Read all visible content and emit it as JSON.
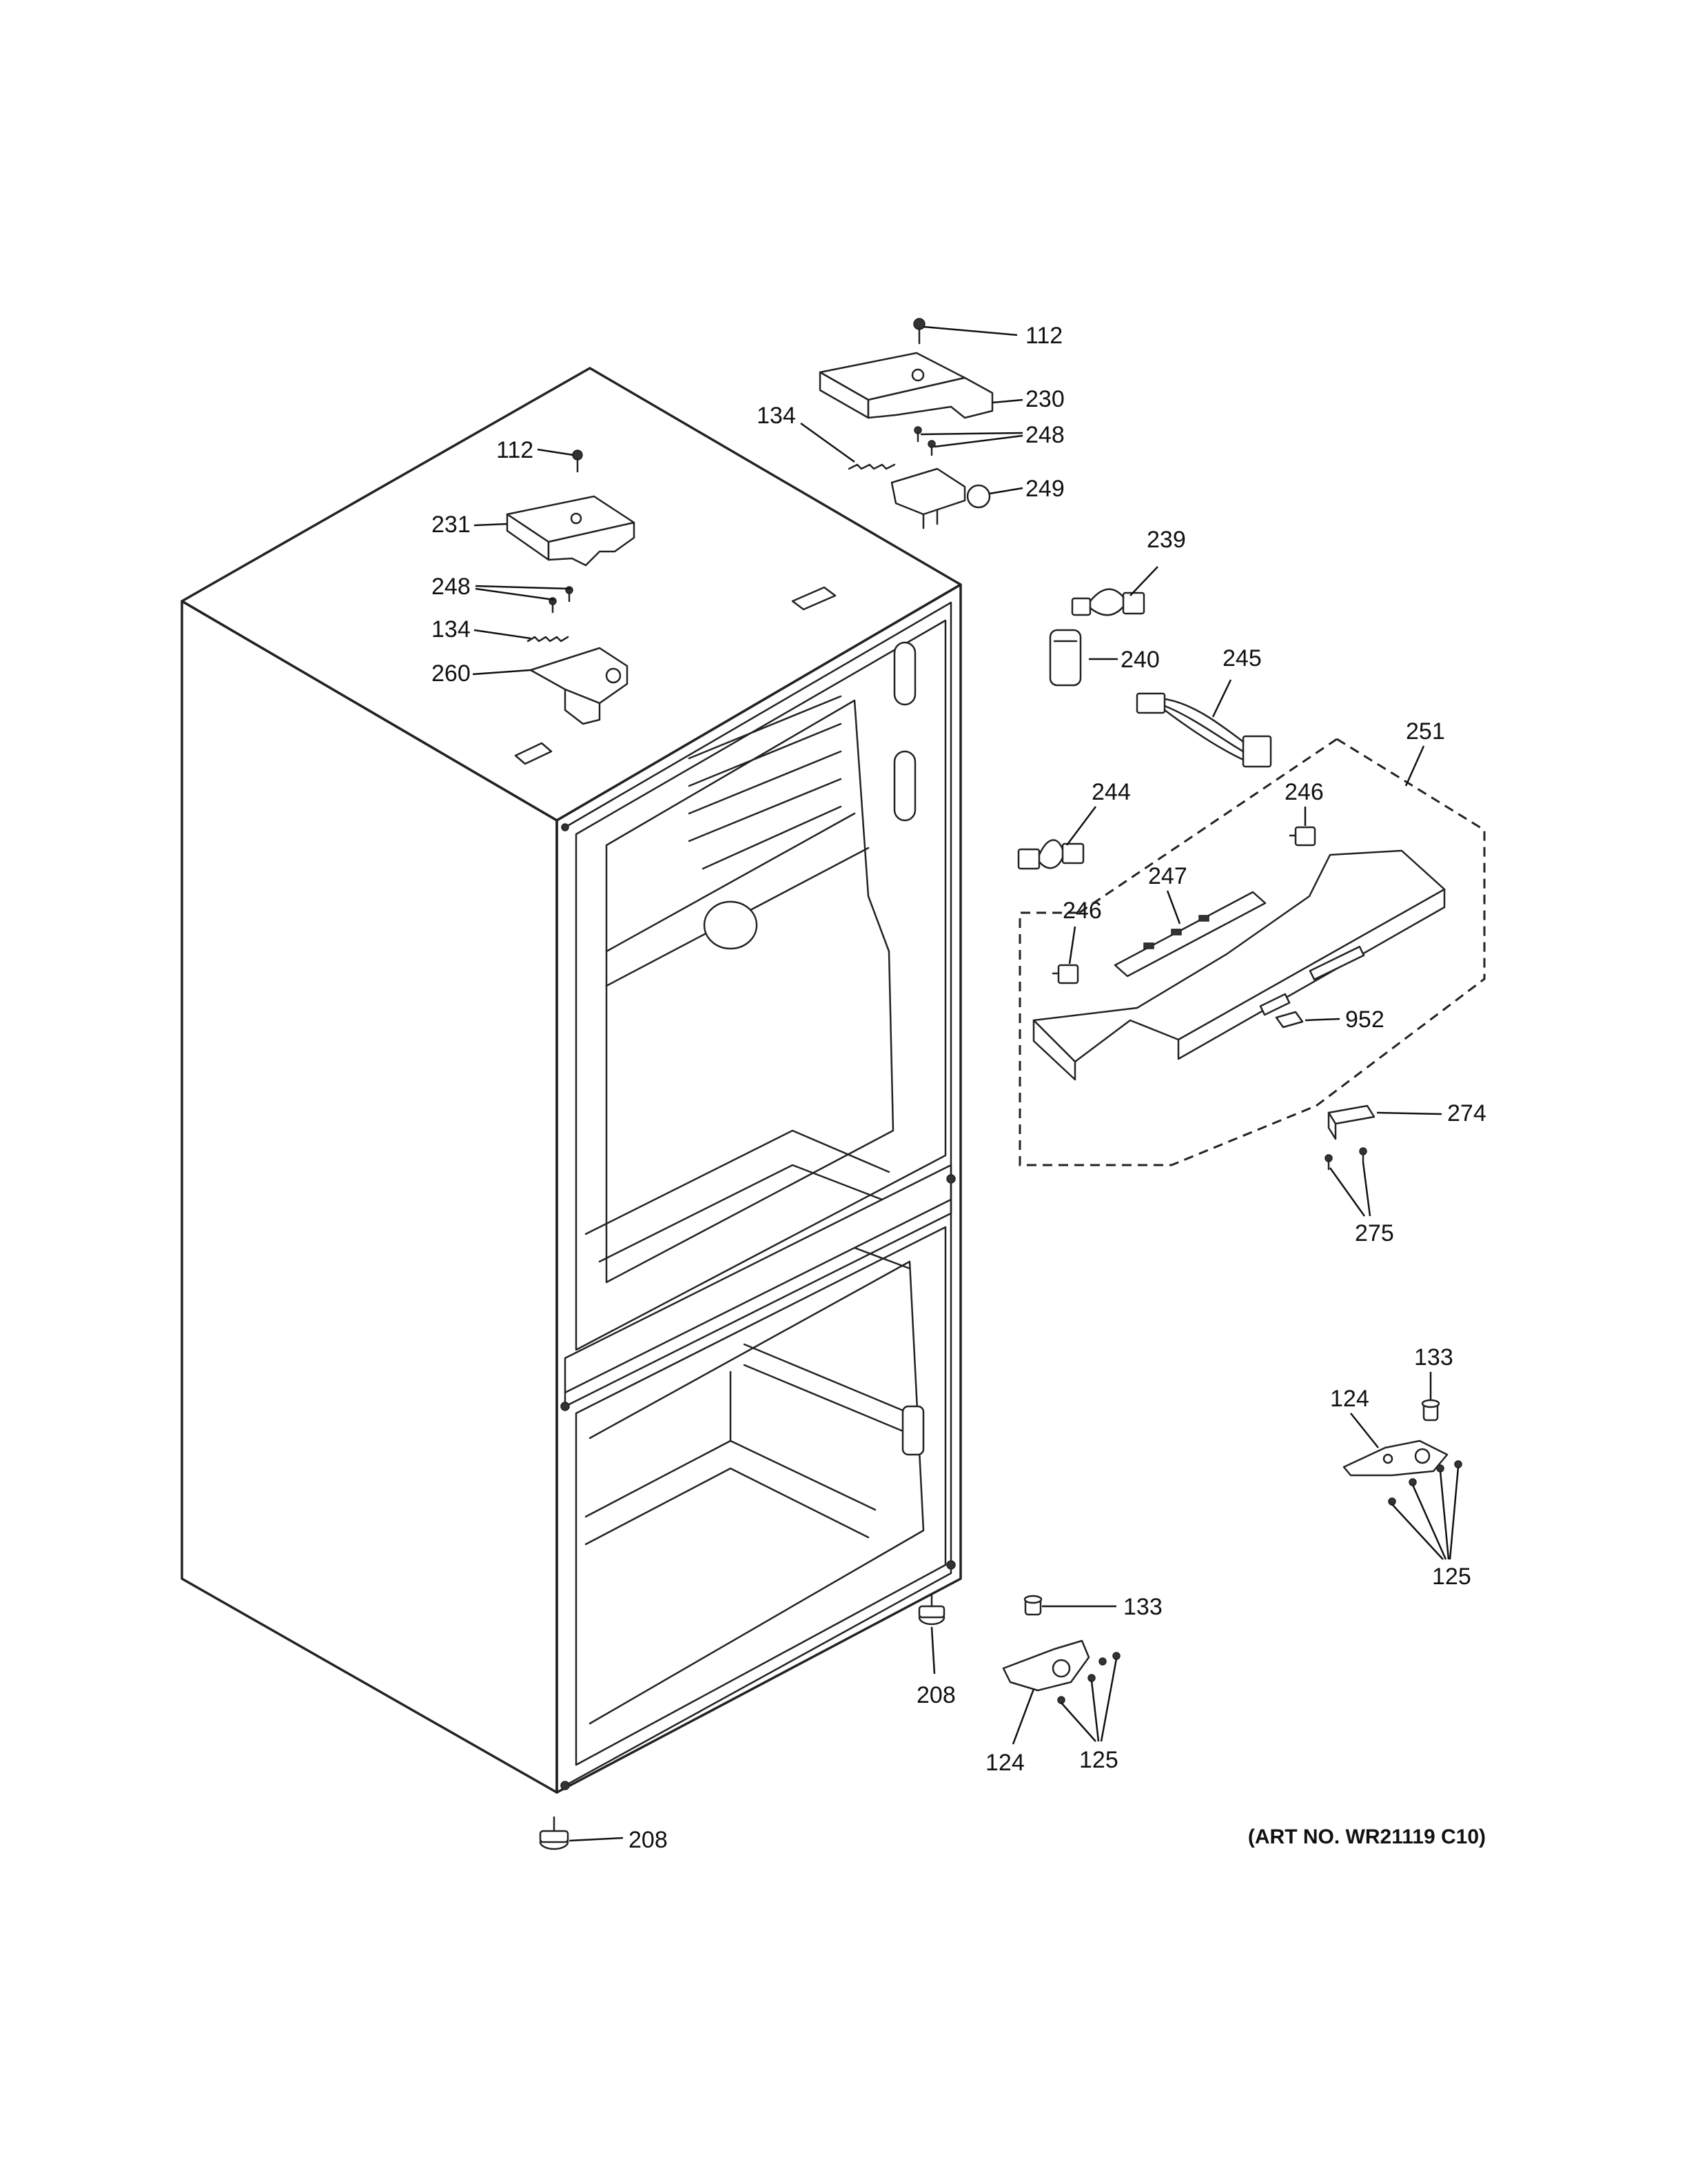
{
  "diagram": {
    "art_number": "(ART NO. WR21119 C10)",
    "callouts": [
      {
        "id": "c112a",
        "text": "112"
      },
      {
        "id": "c230",
        "text": "230"
      },
      {
        "id": "c134a",
        "text": "134"
      },
      {
        "id": "c248a",
        "text": "248"
      },
      {
        "id": "c249",
        "text": "249"
      },
      {
        "id": "c112b",
        "text": "112"
      },
      {
        "id": "c231",
        "text": "231"
      },
      {
        "id": "c248b",
        "text": "248"
      },
      {
        "id": "c134b",
        "text": "134"
      },
      {
        "id": "c260",
        "text": "260"
      },
      {
        "id": "c239",
        "text": "239"
      },
      {
        "id": "c240",
        "text": "240"
      },
      {
        "id": "c245",
        "text": "245"
      },
      {
        "id": "c251",
        "text": "251"
      },
      {
        "id": "c244",
        "text": "244"
      },
      {
        "id": "c246a",
        "text": "246"
      },
      {
        "id": "c247",
        "text": "247"
      },
      {
        "id": "c246b",
        "text": "246"
      },
      {
        "id": "c952",
        "text": "952"
      },
      {
        "id": "c274",
        "text": "274"
      },
      {
        "id": "c275",
        "text": "275"
      },
      {
        "id": "c133a",
        "text": "133"
      },
      {
        "id": "c124a",
        "text": "124"
      },
      {
        "id": "c125a",
        "text": "125"
      },
      {
        "id": "c133b",
        "text": "133"
      },
      {
        "id": "c208a",
        "text": "208"
      },
      {
        "id": "c124b",
        "text": "124"
      },
      {
        "id": "c125b",
        "text": "125"
      },
      {
        "id": "c208b",
        "text": "208"
      }
    ]
  }
}
